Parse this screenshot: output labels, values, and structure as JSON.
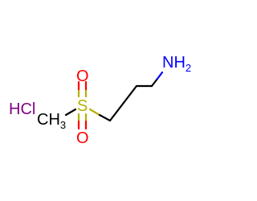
{
  "molecule": {
    "salt": {
      "text": "HCl",
      "color": "#7f007f"
    },
    "atoms": {
      "amine": {
        "symbol": "NH",
        "subscript": "2",
        "color": "#0000ff"
      },
      "sulfur": {
        "symbol": "S",
        "color": "#b2b200"
      },
      "oxygen_top": {
        "symbol": "O",
        "color": "#ff0000"
      },
      "oxygen_bottom": {
        "symbol": "O",
        "color": "#ff0000"
      },
      "methyl": {
        "symbol": "CH",
        "subscript": "3",
        "color": "#000000"
      }
    },
    "bond_color": "#000000"
  }
}
